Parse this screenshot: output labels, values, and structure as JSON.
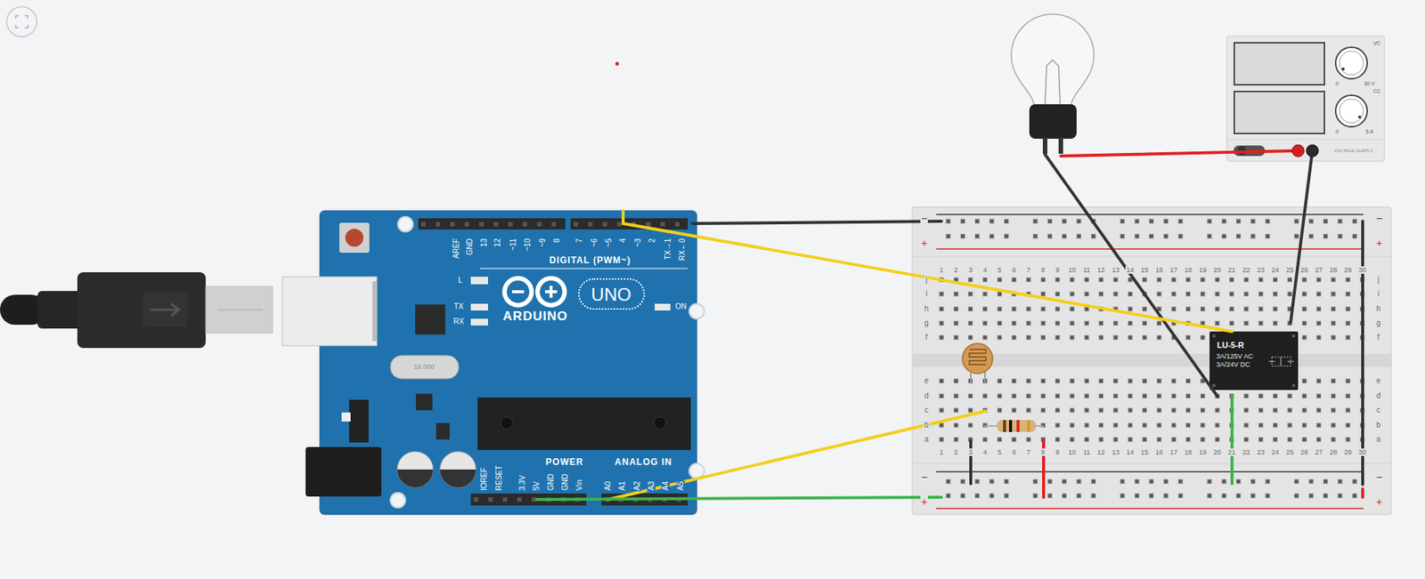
{
  "diagram": {
    "nodes": [
      {
        "text": [
          "ARDUINO",
          "UNO"
        ]
      },
      {
        "text": [
          "LU-5-R",
          "3A/125V AC",
          "3A/24V DC"
        ]
      }
    ],
    "edges": [
      {
        "from": 0,
        "to": 1,
        "arrow": "none"
      }
    ],
    "labels": [
      "AREF",
      "GND",
      "13",
      "12",
      "~11",
      "~10",
      "~9",
      "8",
      "7",
      "~6",
      "~5",
      "4",
      "~3",
      "2",
      "TX→1",
      "RX←0",
      "DIGITAL (PWM~)",
      "L",
      "TX",
      "RX",
      "ON",
      "16.000",
      "IOREF",
      "RESET",
      "3.3V",
      "5V",
      "GND",
      "GND",
      "Vin",
      "POWER",
      "ANALOG IN",
      "A0",
      "A1",
      "A2",
      "A3",
      "A4",
      "A5",
      "−",
      "−",
      "+",
      "+",
      "1",
      "2",
      "3",
      "4",
      "5",
      "6",
      "7",
      "8",
      "9",
      "10",
      "11",
      "12",
      "13",
      "14",
      "15",
      "16",
      "17",
      "18",
      "19",
      "20",
      "21",
      "22",
      "23",
      "24",
      "25",
      "26",
      "27",
      "28",
      "29",
      "30",
      "j",
      "i",
      "h",
      "g",
      "f",
      "j",
      "i",
      "h",
      "g",
      "f",
      "e",
      "d",
      "c",
      "b",
      "a",
      "e",
      "d",
      "c",
      "b",
      "a",
      "1",
      "2",
      "3",
      "4",
      "5",
      "6",
      "7",
      "8",
      "9",
      "10",
      "11",
      "12",
      "13",
      "14",
      "15",
      "16",
      "17",
      "18",
      "19",
      "20",
      "21",
      "22",
      "23",
      "24",
      "25",
      "26",
      "27",
      "28",
      "29",
      "30",
      "−",
      "−",
      "+",
      "+",
      "VC",
      "0",
      "30 V",
      "CC",
      "0",
      "5 A",
      "VOLTAGE SUPPLY"
    ]
  }
}
